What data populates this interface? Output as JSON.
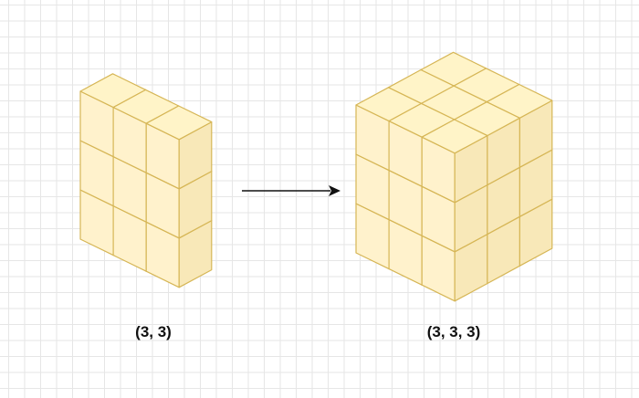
{
  "diagram": {
    "input_shape": {
      "label": "(3, 3)",
      "dims": [
        3,
        3
      ]
    },
    "output_shape": {
      "label": "(3, 3, 3)",
      "dims": [
        3,
        3,
        3
      ]
    },
    "colors": {
      "top": "#fff4c8",
      "front": "#fff2cc",
      "side": "#f8e8b8",
      "stroke": "#d6b656",
      "arrow": "#111111",
      "grid": "#e6e6e6"
    }
  }
}
